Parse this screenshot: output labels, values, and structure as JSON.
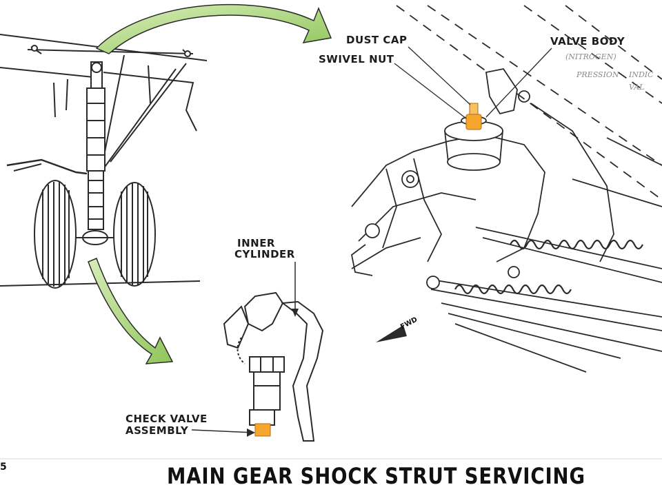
{
  "diagram": {
    "title": "MAIN GEAR SHOCK STRUT SERVICING",
    "page_number": "5",
    "labels": {
      "dust_cap": "DUST CAP",
      "swivel_nut": "SWIVEL NUT",
      "valve_body": "VALVE BODY",
      "inner_cylinder_line1": "INNER",
      "inner_cylinder_line2": "CYLINDER",
      "check_valve_line1": "CHECK VALVE",
      "check_valve_line2": "ASSEMBLY",
      "fwd": "FWD"
    },
    "handwritten_notes": {
      "line1": "(NITROGEN)",
      "line2": "PRESSION",
      "line3": "INDIC",
      "line4": "VAL"
    },
    "colors": {
      "arrow_green": "#9fcf6a",
      "highlight_orange": "#f4a72c",
      "line_ink": "#2a2a2a",
      "background": "#ffffff"
    }
  }
}
